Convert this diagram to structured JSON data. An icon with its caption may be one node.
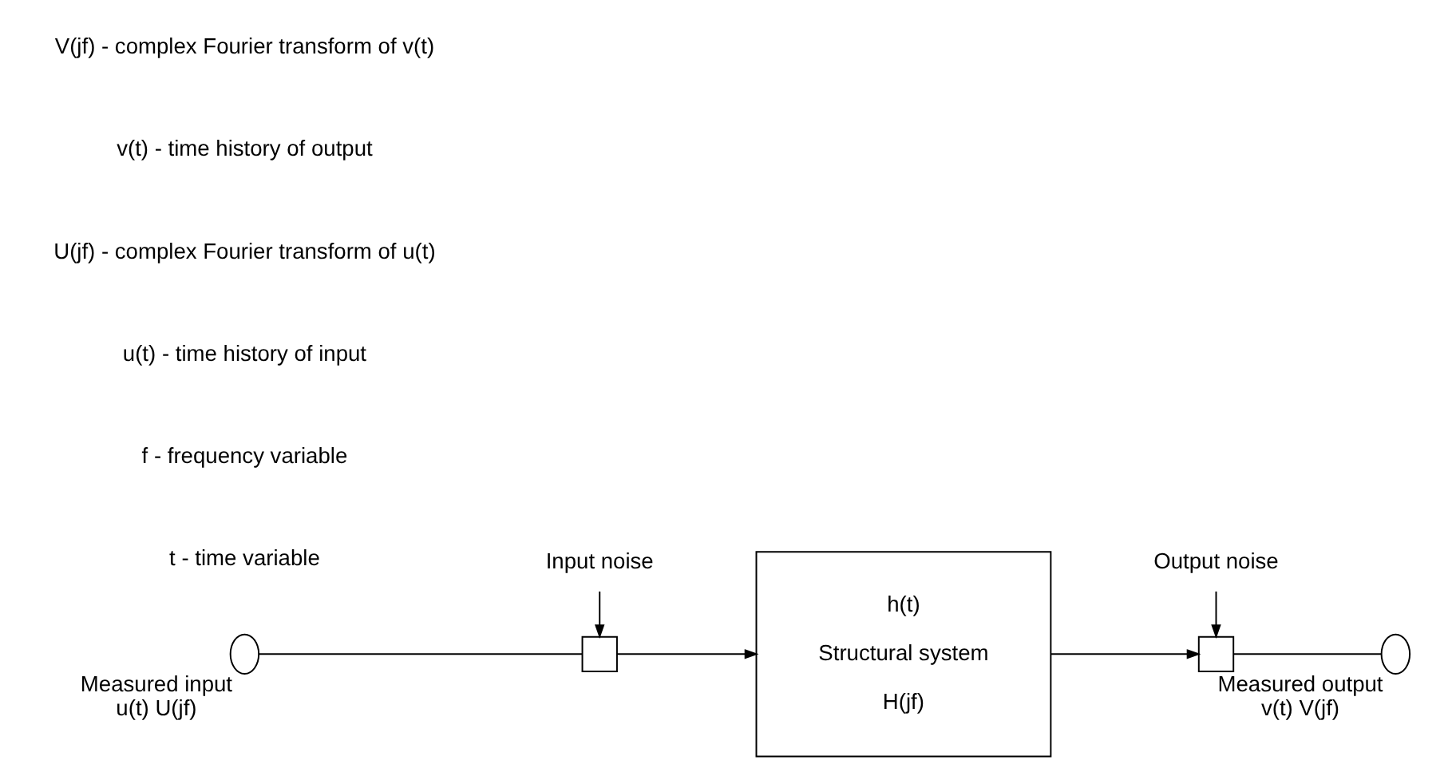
{
  "diagram": {
    "nodes": [
      {
        "text": [],
        "shape": "circle",
        "beside": [
          "Measured input",
          "u(t) U(jf)"
        ]
      },
      {
        "text": [
          "Input noise"
        ]
      },
      {
        "text": [],
        "shape": "box"
      },
      {
        "text": [
          "h(t)",
          "Structural system",
          "H(jf)"
        ]
      },
      {
        "text": [
          "Output noise"
        ]
      },
      {
        "text": [],
        "shape": "box"
      },
      {
        "text": [],
        "shape": "circle",
        "beside": [
          "Measured output",
          "v(t) V(jf)"
        ]
      }
    ],
    "edges": [
      {
        "from": 0,
        "to": 2,
        "arrow": "none"
      },
      {
        "from": 1,
        "to": 2,
        "arrow": "to"
      },
      {
        "from": 2,
        "to": 3,
        "arrow": "to"
      },
      {
        "from": 3,
        "to": 5,
        "arrow": "to"
      },
      {
        "from": 4,
        "to": 5,
        "arrow": "to"
      },
      {
        "from": 5,
        "to": 6,
        "arrow": "none"
      }
    ],
    "labels": [
      "t - time variable",
      "f - frequency variable",
      "u(t) - time history of input",
      "U(jf) - complex Fourier transform of u(t)",
      "v(t) - time history of output",
      "V(jf) - complex Fourier transform of v(t)"
    ]
  }
}
